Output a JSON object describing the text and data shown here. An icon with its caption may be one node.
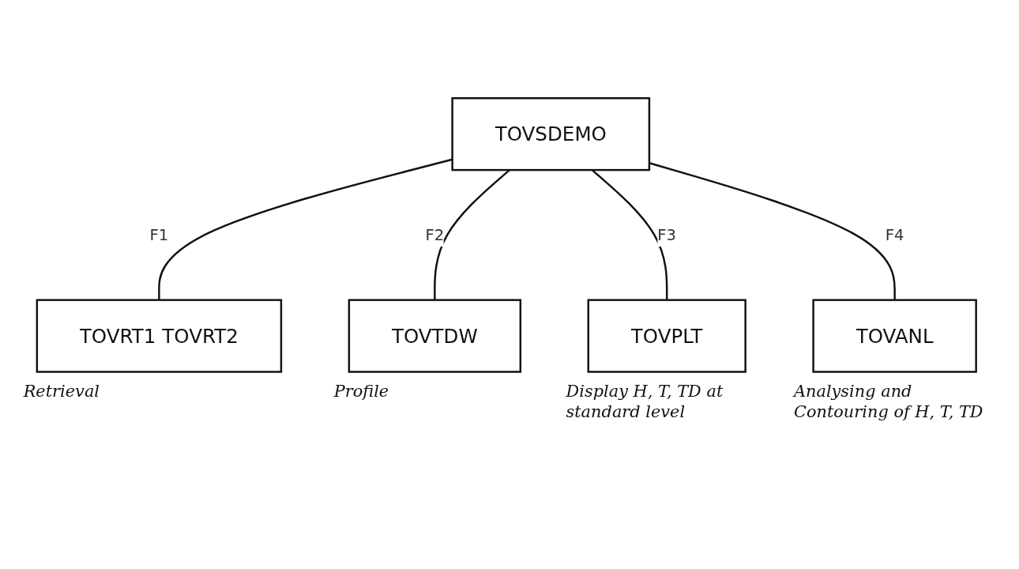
{
  "diagram": {
    "nodes": [
      {
        "text": [
          "TOVSDEMO"
        ]
      },
      {
        "text": [
          "TOVRT1 TOVRT2"
        ],
        "beside": [
          "Retrieval"
        ]
      },
      {
        "text": [
          "TOVTDW"
        ],
        "beside": [
          "Profile"
        ]
      },
      {
        "text": [
          "TOVPLT"
        ],
        "beside": [
          "Display H, T, TD at standard level"
        ]
      },
      {
        "text": [
          "TOVANL"
        ],
        "beside": [
          "Analysing and Contouring of H, T, TD"
        ]
      }
    ],
    "edges": [
      {
        "from": 0,
        "to": 1,
        "arrow": "none",
        "label": "F1"
      },
      {
        "from": 0,
        "to": 2,
        "arrow": "none",
        "label": "F2"
      },
      {
        "from": 0,
        "to": 3,
        "arrow": "none",
        "label": "F3"
      },
      {
        "from": 0,
        "to": 4,
        "arrow": "none",
        "label": "F4"
      }
    ]
  }
}
